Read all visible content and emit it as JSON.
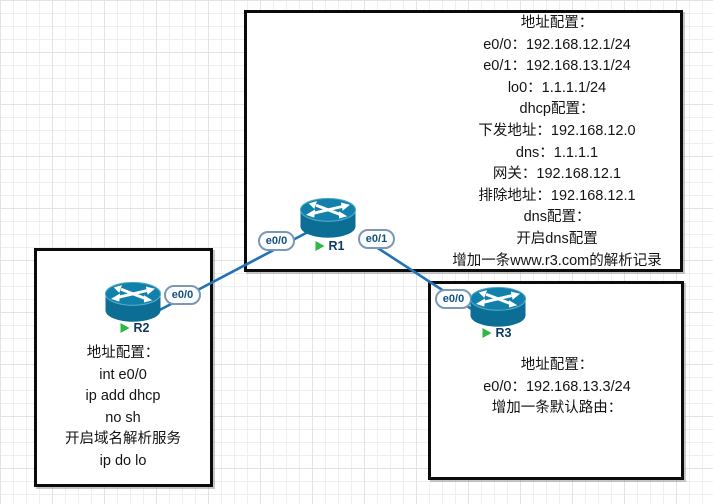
{
  "canvas": {
    "kind": "network-topology-diagram",
    "grid_minor_color": "#efefef",
    "grid_major_color": "#e3e3e3",
    "background": "#ffffff"
  },
  "colors": {
    "router_body": "#0c6e95",
    "router_top": "#1181ac",
    "link": "#2173b9",
    "pill_border": "#7b98b4",
    "pill_text": "#16517e",
    "device_label_text": "#0e3a5c",
    "status_green": "#2eb844",
    "box_border": "#0b0b0b",
    "note_text": "#141414"
  },
  "devices": {
    "r1": {
      "name": "R1",
      "if_left": "e0/0",
      "if_right": "e0/1"
    },
    "r2": {
      "name": "R2",
      "if_right": "e0/0"
    },
    "r3": {
      "name": "R3",
      "if_left": "e0/0"
    }
  },
  "links": [
    {
      "from": "R2 e0/0",
      "to": "R1 e0/0"
    },
    {
      "from": "R1 e0/1",
      "to": "R3 e0/0"
    }
  ],
  "notes": {
    "r1": {
      "lines": [
        "地址配置：",
        "e0/0：192.168.12.1/24",
        "e0/1：192.168.13.1/24",
        "lo0：1.1.1.1/24",
        "dhcp配置：",
        "下发地址：192.168.12.0",
        "dns：1.1.1.1",
        "网关：192.168.12.1",
        "排除地址：192.168.12.1",
        "dns配置：",
        "开启dns配置",
        "增加一条www.r3.com的解析记录"
      ]
    },
    "r2": {
      "lines": [
        "地址配置：",
        "int e0/0",
        "ip add dhcp",
        "no sh",
        "开启域名解析服务",
        "ip do lo"
      ]
    },
    "r3": {
      "lines": [
        "地址配置：",
        "e0/0：192.168.13.3/24",
        "增加一条默认路由："
      ]
    }
  }
}
